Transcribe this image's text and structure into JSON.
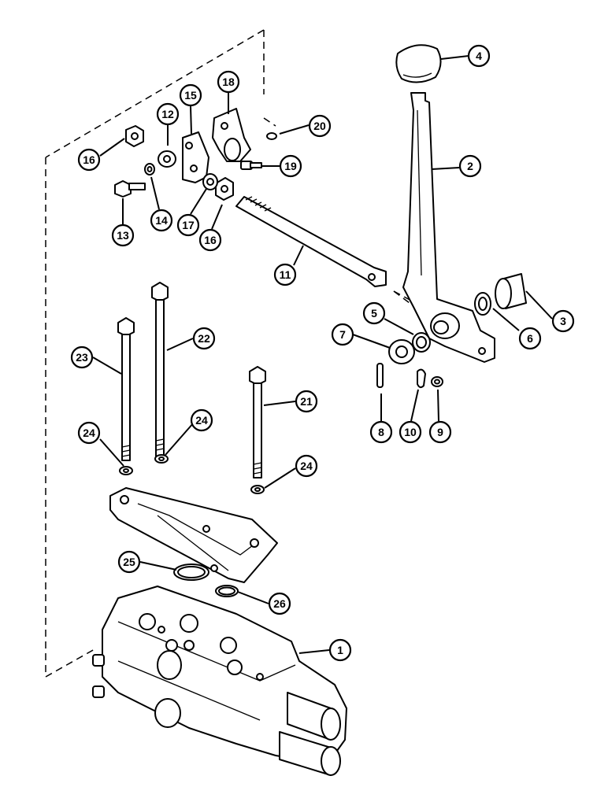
{
  "diagram": {
    "callouts": [
      {
        "id": "c1",
        "label": "1"
      },
      {
        "id": "c2",
        "label": "2"
      },
      {
        "id": "c3",
        "label": "3"
      },
      {
        "id": "c4",
        "label": "4"
      },
      {
        "id": "c5",
        "label": "5"
      },
      {
        "id": "c6",
        "label": "6"
      },
      {
        "id": "c7",
        "label": "7"
      },
      {
        "id": "c8",
        "label": "8"
      },
      {
        "id": "c9",
        "label": "9"
      },
      {
        "id": "c10",
        "label": "10"
      },
      {
        "id": "c11",
        "label": "11"
      },
      {
        "id": "c12",
        "label": "12"
      },
      {
        "id": "c13",
        "label": "13"
      },
      {
        "id": "c14",
        "label": "14"
      },
      {
        "id": "c15",
        "label": "15"
      },
      {
        "id": "c16a",
        "label": "16"
      },
      {
        "id": "c16b",
        "label": "16"
      },
      {
        "id": "c17",
        "label": "17"
      },
      {
        "id": "c18",
        "label": "18"
      },
      {
        "id": "c19",
        "label": "19"
      },
      {
        "id": "c20",
        "label": "20"
      },
      {
        "id": "c21",
        "label": "21"
      },
      {
        "id": "c22",
        "label": "22"
      },
      {
        "id": "c23",
        "label": "23"
      },
      {
        "id": "c24a",
        "label": "24"
      },
      {
        "id": "c24b",
        "label": "24"
      },
      {
        "id": "c24c",
        "label": "24"
      },
      {
        "id": "c25",
        "label": "25"
      },
      {
        "id": "c26",
        "label": "26"
      }
    ]
  }
}
